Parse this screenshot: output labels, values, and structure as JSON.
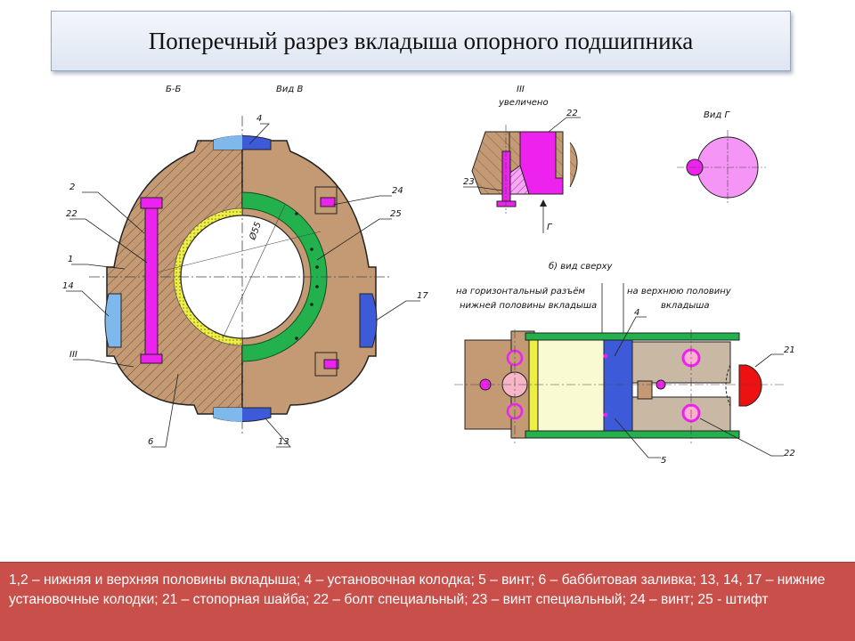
{
  "slide": {
    "title": "Поперечный разрез вкладыша опорного подшипника",
    "legend": "1,2 – нижняя и верхняя половины вкладыша; 4 – установочная колодка; 5 – винт; 6 – баббитовая заливка; 13, 14, 17 – нижние установочные колодки; 21 – стопорная шайба; 22 – болт специальный; 23 – винт специальный; 24 – винт; 25 - штифт"
  },
  "drawing": {
    "section_label": "Б-Б",
    "view_label": "Вид В",
    "diameter_label": "Ø55",
    "enlarged_label": "III",
    "enlarged_sub": "увеличено",
    "view_g_label": "Вид Г",
    "arrow_g_label": "Г",
    "top_view_label": "б) вид сверху",
    "lower_half_note_1": "на горизонтальный разъём",
    "lower_half_note_2": "нижней половины вкладыша",
    "upper_half_note_1": "на верхнюю половину",
    "upper_half_note_2": "вкладыша",
    "callouts": {
      "c2": "2",
      "c22": "22",
      "c1": "1",
      "c14": "14",
      "c3": "III",
      "c6": "6",
      "c13": "13",
      "c17": "17",
      "c25": "25",
      "c24": "24",
      "c4": "4",
      "c22b": "22",
      "c23": "23",
      "c21": "21",
      "c4b": "4",
      "c5": "5",
      "c22c": "22"
    }
  },
  "colors": {
    "bronze": "#c49a74",
    "green": "#22b14c",
    "magenta": "#ee22ee",
    "blue": "#3d5bd9",
    "lightblue": "#7fb8ea",
    "yellow": "#eeee44",
    "red": "#ee1111",
    "cream": "#fafad2",
    "legend_bg": "#c9504a"
  }
}
